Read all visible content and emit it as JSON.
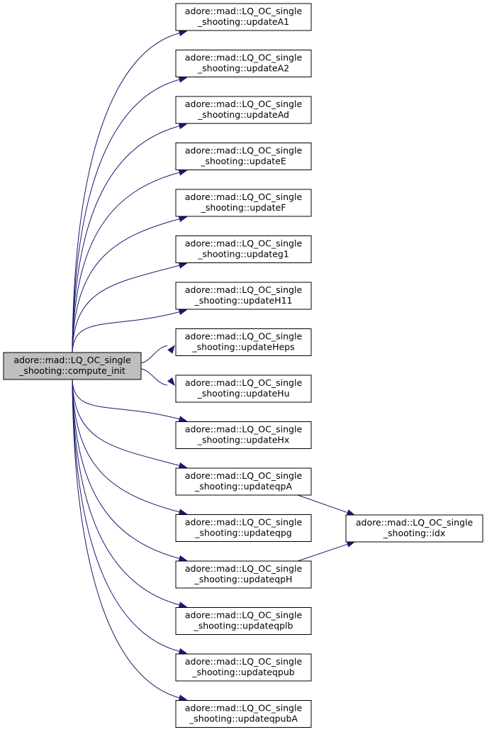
{
  "graph": {
    "root": {
      "id": "compute_init",
      "line1": "adore::mad::LQ_OC_single",
      "line2": "_shooting::compute_init"
    },
    "callees": [
      {
        "id": "updateA1",
        "line1": "adore::mad::LQ_OC_single",
        "line2": "_shooting::updateA1"
      },
      {
        "id": "updateA2",
        "line1": "adore::mad::LQ_OC_single",
        "line2": "_shooting::updateA2"
      },
      {
        "id": "updateAd",
        "line1": "adore::mad::LQ_OC_single",
        "line2": "_shooting::updateAd"
      },
      {
        "id": "updateE",
        "line1": "adore::mad::LQ_OC_single",
        "line2": "_shooting::updateE"
      },
      {
        "id": "updateF",
        "line1": "adore::mad::LQ_OC_single",
        "line2": "_shooting::updateF"
      },
      {
        "id": "updateg1",
        "line1": "adore::mad::LQ_OC_single",
        "line2": "_shooting::updateg1"
      },
      {
        "id": "updateH11",
        "line1": "adore::mad::LQ_OC_single",
        "line2": "_shooting::updateH11"
      },
      {
        "id": "updateHeps",
        "line1": "adore::mad::LQ_OC_single",
        "line2": "_shooting::updateHeps"
      },
      {
        "id": "updateHu",
        "line1": "adore::mad::LQ_OC_single",
        "line2": "_shooting::updateHu"
      },
      {
        "id": "updateHx",
        "line1": "adore::mad::LQ_OC_single",
        "line2": "_shooting::updateHx"
      },
      {
        "id": "updateqpA",
        "line1": "adore::mad::LQ_OC_single",
        "line2": "_shooting::updateqpA"
      },
      {
        "id": "updateqpg",
        "line1": "adore::mad::LQ_OC_single",
        "line2": "_shooting::updateqpg"
      },
      {
        "id": "updateqpH",
        "line1": "adore::mad::LQ_OC_single",
        "line2": "_shooting::updateqpH"
      },
      {
        "id": "updateqplb",
        "line1": "adore::mad::LQ_OC_single",
        "line2": "_shooting::updateqplb"
      },
      {
        "id": "updateqpub",
        "line1": "adore::mad::LQ_OC_single",
        "line2": "_shooting::updateqpub"
      },
      {
        "id": "updateqpubA",
        "line1": "adore::mad::LQ_OC_single",
        "line2": "_shooting::updateqpubA"
      }
    ],
    "leaf": {
      "id": "idx",
      "line1": "adore::mad::LQ_OC_single",
      "line2": "_shooting::idx"
    },
    "edges": [
      [
        "compute_init",
        "updateA1"
      ],
      [
        "compute_init",
        "updateA2"
      ],
      [
        "compute_init",
        "updateAd"
      ],
      [
        "compute_init",
        "updateE"
      ],
      [
        "compute_init",
        "updateF"
      ],
      [
        "compute_init",
        "updateg1"
      ],
      [
        "compute_init",
        "updateH11"
      ],
      [
        "compute_init",
        "updateHeps"
      ],
      [
        "compute_init",
        "updateHu"
      ],
      [
        "compute_init",
        "updateHx"
      ],
      [
        "compute_init",
        "updateqpA"
      ],
      [
        "compute_init",
        "updateqpg"
      ],
      [
        "compute_init",
        "updateqpH"
      ],
      [
        "compute_init",
        "updateqplb"
      ],
      [
        "compute_init",
        "updateqpub"
      ],
      [
        "compute_init",
        "updateqpubA"
      ],
      [
        "updateqpA",
        "idx"
      ],
      [
        "updateqpH",
        "idx"
      ]
    ],
    "colors": {
      "edge": "#191970",
      "root_fill": "#bfbfbf",
      "node_fill": "#ffffff",
      "border": "#000000"
    }
  }
}
